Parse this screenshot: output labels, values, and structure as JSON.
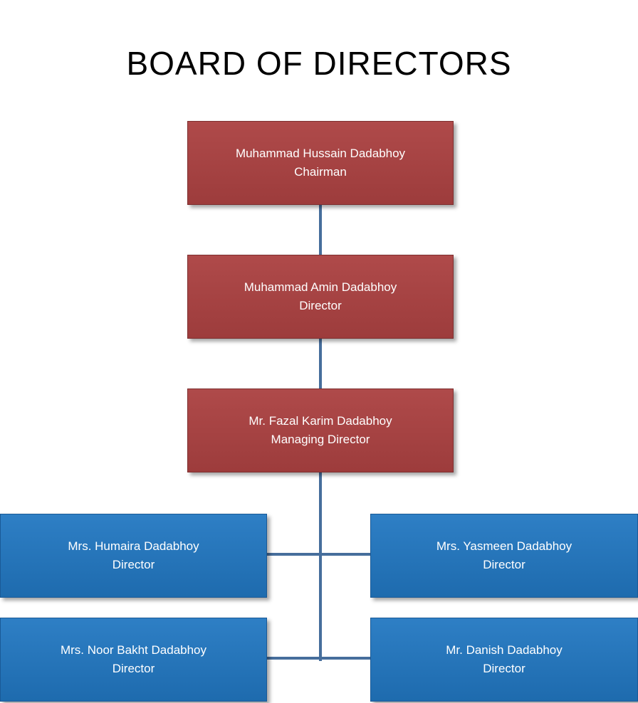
{
  "title": "BOARD OF DIRECTORS",
  "colors": {
    "red": "#A84242",
    "blue": "#2577BE",
    "connector": "#466E9C"
  },
  "nodes": [
    {
      "name": "Muhammad Hussain Dadabhoy",
      "role": "Chairman"
    },
    {
      "name": "Muhammad Amin Dadabhoy",
      "role": "Director"
    },
    {
      "name": "Mr. Fazal Karim Dadabhoy",
      "role": "Managing Director"
    },
    {
      "name": "Mrs. Humaira Dadabhoy",
      "role": "Director"
    },
    {
      "name": "Mrs. Yasmeen Dadabhoy",
      "role": "Director"
    },
    {
      "name": "Mrs. Noor Bakht Dadabhoy",
      "role": "Director"
    },
    {
      "name": "Mr. Danish Dadabhoy",
      "role": "Director"
    }
  ]
}
